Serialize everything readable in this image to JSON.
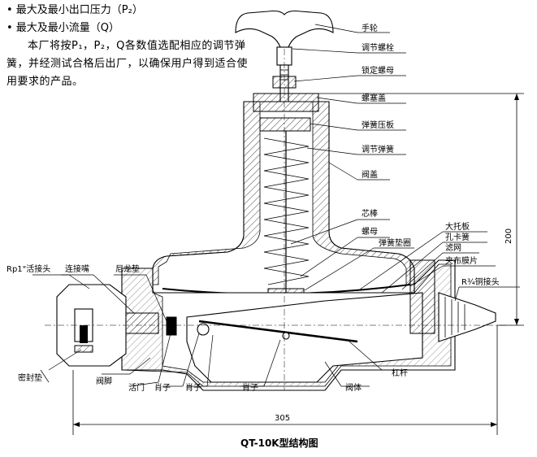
{
  "intro": {
    "bullet1": "• 最大及最小出口压力（P₂）",
    "bullet2": "• 最大及最小流量（Q）",
    "paragraph": "本厂将按P₁，P₂，Q各数值选配相应的调节弹簧，并经测试合格后出厂，以确保用户得到适合使用要求的产品。"
  },
  "labels": {
    "handwheel": "手轮",
    "adjust_bolt": "调节螺栓",
    "lock_nut": "锁定螺母",
    "plug_cover": "螺塞盖",
    "spring_plate": "弹簧压板",
    "adjust_spring": "调节弹簧",
    "valve_cover": "阀盖",
    "core_rod": "芯棒",
    "nut": "螺母",
    "spring_washer": "弹簧垫圈",
    "big_tray": "大托板",
    "circlip": "孔卡簧",
    "filter": "滤网",
    "diaphragm": "夹布膜片",
    "copper_joint": "R¾铜接头",
    "rp_joint": "Rp1\"活接头",
    "nozzle": "连接嘴",
    "nylon_pad": "尼龙垫",
    "seal_pad": "密封垫",
    "valve_foot": "阀脚",
    "valve_door": "活门",
    "pin1": "肖子",
    "pin2": "肖子",
    "pin3": "肖子",
    "valve_body": "阀体",
    "lever": "杠杆"
  },
  "dimensions": {
    "width": "305",
    "height": "200"
  },
  "caption": "QT-10K型结构图"
}
